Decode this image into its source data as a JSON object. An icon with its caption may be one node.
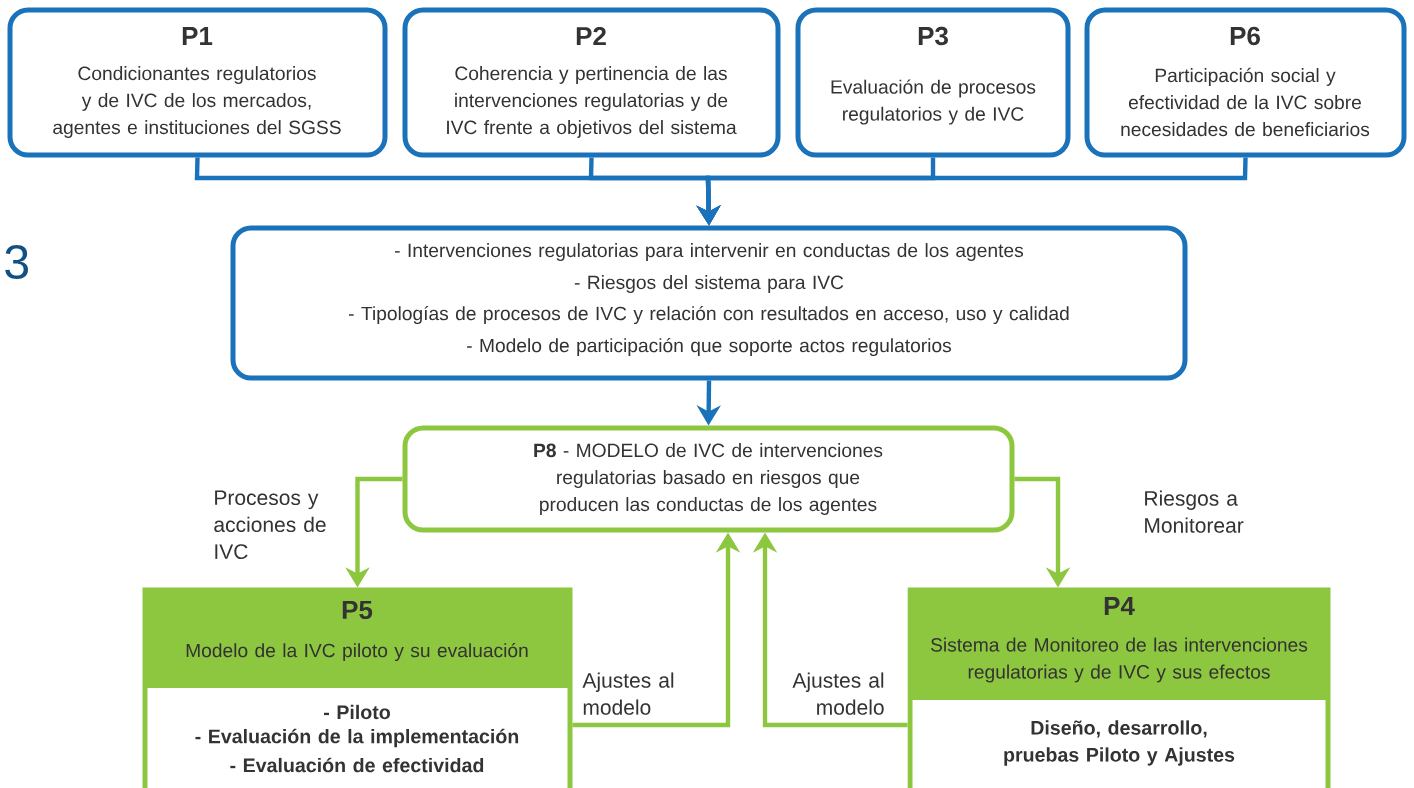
{
  "diagram": {
    "nodes": [
      {
        "text": [
          "P1",
          "Condicionantes regulatorios y de IVC de los mercados, agentes e instituciones del SGSS"
        ]
      },
      {
        "text": [
          "P2",
          "Coherencia y pertinencia de las intervenciones regulatorias y de IVC frente a objetivos del sistema"
        ]
      },
      {
        "text": [
          "P3",
          "Evaluación de procesos regulatorios y de IVC"
        ]
      },
      {
        "text": [
          "P6",
          "Participación social y efectividad de la IVC sobre necesidades de beneficiarios"
        ]
      },
      {
        "text": [
          "- Intervenciones regulatorias para intervenir en conductas de los agentes",
          "- Riesgos del sistema para IVC",
          "- Tipologías de procesos de IVC y relación con resultados en acceso, uso y calidad",
          "- Modelo de participación que soporte actos regulatorios"
        ]
      },
      {
        "text": [
          "**P8** - MODELO de IVC de intervenciones regulatorias basado en riesgos que producen las conductas de los agentes"
        ]
      },
      {
        "text": [
          "P5",
          "Modelo de la IVC piloto y su evaluación",
          "- Piloto",
          "- Evaluación de la implementación",
          "- Evaluación de efectividad"
        ]
      },
      {
        "text": [
          "P4",
          "Sistema de Monitoreo de las intervenciones regulatorias y de IVC y sus efectos",
          "Diseño, desarrollo, pruebas Piloto y Ajustes"
        ]
      }
    ],
    "edges": [
      {
        "from": 0,
        "to": 4,
        "arrow": "to",
        "color": "#1a72bb"
      },
      {
        "from": 1,
        "to": 4,
        "arrow": "to",
        "color": "#1a72bb"
      },
      {
        "from": 2,
        "to": 4,
        "arrow": "to",
        "color": "#1a72bb"
      },
      {
        "from": 3,
        "to": 4,
        "arrow": "to",
        "color": "#1a72bb"
      },
      {
        "from": 4,
        "to": 5,
        "arrow": "to",
        "color": "#1a72bb"
      },
      {
        "from": 5,
        "to": 6,
        "arrow": "to",
        "label": "Procesos y acciones de IVC",
        "color": "#8dc63f"
      },
      {
        "from": 5,
        "to": 7,
        "arrow": "to",
        "label": "Riesgos a Monitorear",
        "color": "#8dc63f"
      },
      {
        "from": 6,
        "to": 5,
        "arrow": "to",
        "label": "Ajustes al modelo",
        "color": "#8dc63f"
      },
      {
        "from": 7,
        "to": 5,
        "arrow": "to",
        "label": "Ajustes al modelo",
        "color": "#8dc63f"
      }
    ],
    "labels": [
      "3"
    ]
  }
}
